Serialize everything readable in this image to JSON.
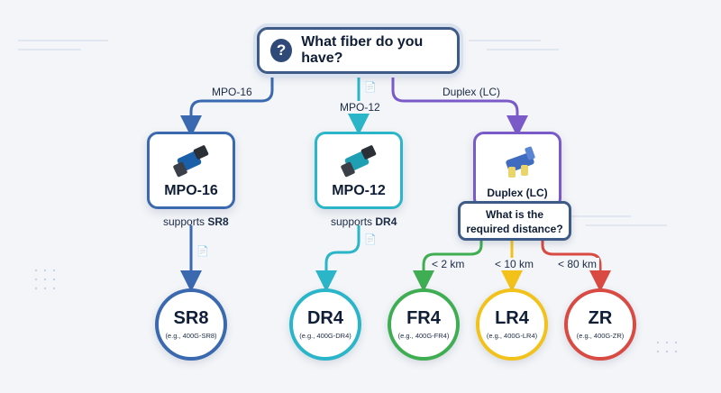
{
  "question": {
    "badge": "?",
    "text": "What fiber do you have?"
  },
  "branches": [
    {
      "label": "MPO-16",
      "color": "#3a69b0"
    },
    {
      "label": "MPO-12",
      "color": "#2bb5c9"
    },
    {
      "label": "Duplex (LC)",
      "color": "#7a5ac8"
    }
  ],
  "cards": [
    {
      "title": "MPO-16",
      "color": "#3a69b0",
      "icon": "mpo-connector-icon",
      "supports_prefix": "supports ",
      "supports_value": "SR8"
    },
    {
      "title": "MPO-12",
      "color": "#2bb5c9",
      "icon": "mpo-connector-icon",
      "supports_prefix": "supports ",
      "supports_value": "DR4"
    },
    {
      "title": "Duplex (LC)",
      "color": "#7a5ac8",
      "icon": "lc-duplex-connector-icon"
    }
  ],
  "distance_question": {
    "line1": "What is the",
    "line2": "required distance?"
  },
  "distance_labels": [
    "< 2 km",
    "< 10 km",
    "< 80 km"
  ],
  "results": [
    {
      "name": "SR8",
      "example": "(e.g., 400G-SR8)",
      "color": "#3a69b0"
    },
    {
      "name": "DR4",
      "example": "(e.g., 400G-DR4)",
      "color": "#2bb5c9"
    },
    {
      "name": "FR4",
      "example": "(e.g., 400G-FR4)",
      "color": "#3fae52"
    },
    {
      "name": "LR4",
      "example": "(e.g., 400G-LR4)",
      "color": "#f2c21b"
    },
    {
      "name": "ZR",
      "example": "(e.g., 400G-ZR)",
      "color": "#d94a43"
    }
  ]
}
